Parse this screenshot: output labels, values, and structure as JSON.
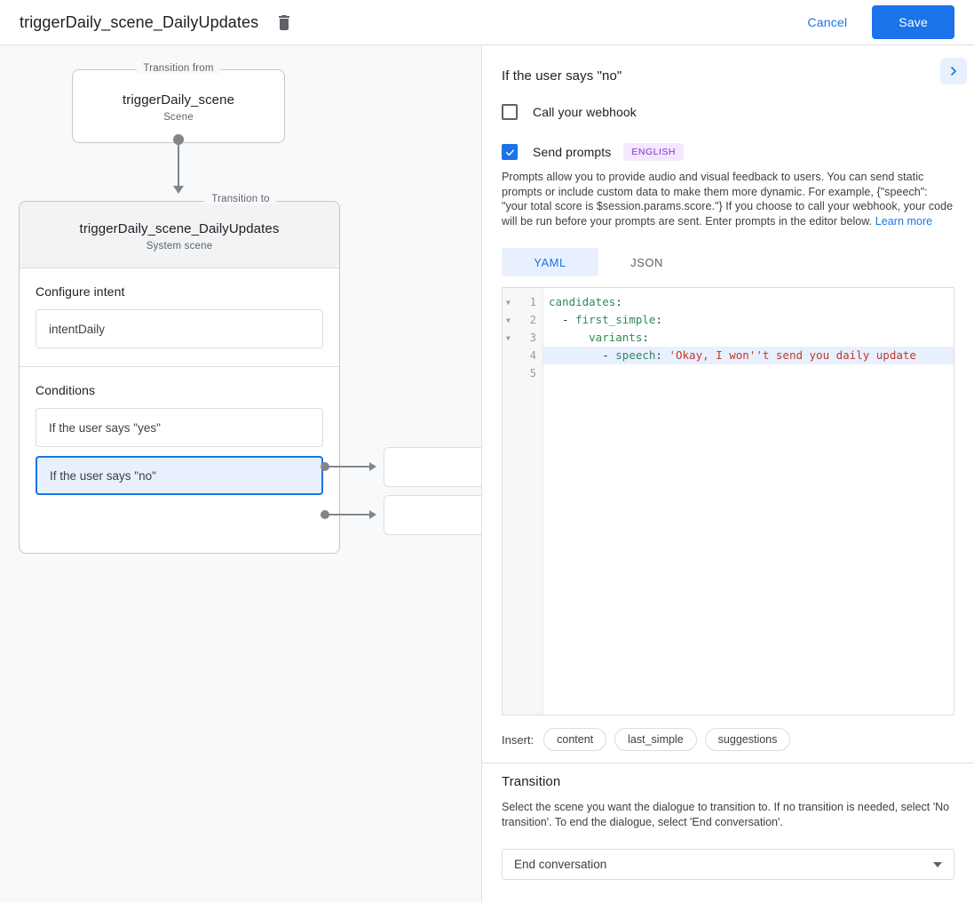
{
  "topbar": {
    "title": "triggerDaily_scene_DailyUpdates",
    "delete_icon": "trash-icon",
    "cancel_label": "Cancel",
    "save_label": "Save",
    "accent_color": "#1a73e8"
  },
  "canvas": {
    "from_card": {
      "legend": "Transition from",
      "title": "triggerDaily_scene",
      "subtitle": "Scene"
    },
    "to_card": {
      "legend": "Transition to",
      "title": "triggerDaily_scene_DailyUpdates",
      "subtitle": "System scene"
    },
    "intent_section": {
      "label": "Configure intent",
      "value": "intentDaily"
    },
    "conditions_section": {
      "label": "Conditions",
      "items": [
        {
          "label": "If the user says \"yes\"",
          "selected": false
        },
        {
          "label": "If the user says \"no\"",
          "selected": true
        }
      ]
    },
    "target_boxes": [
      "",
      ""
    ]
  },
  "panel": {
    "title": "If the user says \"no\"",
    "expand_icon": "chevron-right-icon",
    "webhook": {
      "label": "Call your webhook",
      "checked": false
    },
    "prompts": {
      "label": "Send prompts",
      "checked": true,
      "language_badge": "ENGLISH",
      "badge_color": "#8430ce",
      "description": "Prompts allow you to provide audio and visual feedback to users. You can send static prompts or include custom data to make them more dynamic. For example, {\"speech\": \"your total score is $session.params.score.\"} If you choose to call your webhook, your code will be run before your prompts are sent. Enter prompts in the editor below. ",
      "learn_more": "Learn more"
    },
    "editor_tabs": [
      {
        "label": "YAML",
        "active": true
      },
      {
        "label": "JSON",
        "active": false
      }
    ],
    "editor": {
      "line_numbers": [
        "1",
        "2",
        "3",
        "4",
        "5"
      ],
      "fold_markers": [
        true,
        true,
        true,
        false,
        false
      ],
      "highlighted_line": 4,
      "lines": [
        {
          "indent": "",
          "key": "candidates",
          "colon": ":",
          "value": ""
        },
        {
          "indent": "  - ",
          "key": "first_simple",
          "colon": ":",
          "value": ""
        },
        {
          "indent": "      ",
          "key": "variants",
          "colon": ":",
          "value": ""
        },
        {
          "indent": "        - ",
          "key": "speech",
          "colon": ": ",
          "value": "'Okay, I won''t send you daily update"
        },
        {
          "indent": "",
          "key": "",
          "colon": "",
          "value": ""
        }
      ]
    },
    "insert": {
      "label": "Insert:",
      "chips": [
        "content",
        "last_simple",
        "suggestions"
      ]
    },
    "transition": {
      "title": "Transition",
      "description": "Select the scene you want the dialogue to transition to. If no transition is needed, select 'No transition'. To end the dialogue, select 'End conversation'.",
      "selected": "End conversation"
    }
  }
}
